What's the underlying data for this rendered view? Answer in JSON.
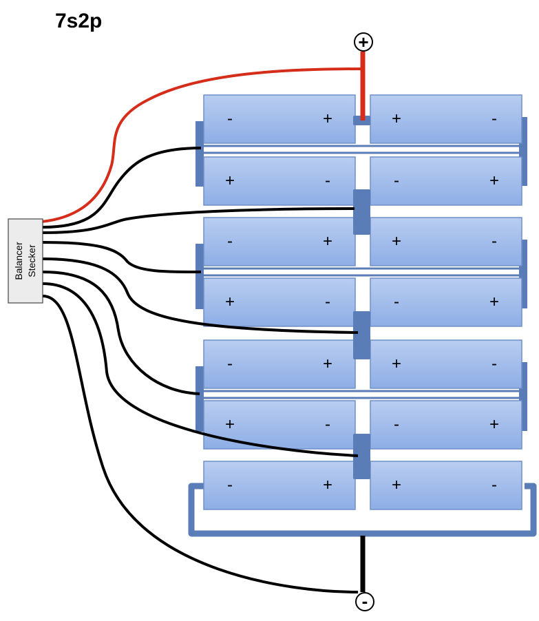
{
  "title": "7s2p",
  "balancer": {
    "line1": "Balancer",
    "line2": "Stecker"
  },
  "terminals": {
    "positive": "+",
    "negative": "-"
  },
  "colors": {
    "cell_fill_top": "#b9cdf0",
    "cell_fill_bottom": "#8eaee6",
    "cell_stroke": "#6f8fc9",
    "connector": "#5a7db8",
    "positive_wire": "#d62c1a",
    "balance_wire": "#000000"
  },
  "rows": [
    {
      "left": [
        "-",
        "+"
      ],
      "right": [
        "+",
        "-"
      ]
    },
    {
      "left": [
        "+",
        "-"
      ],
      "right": [
        "-",
        "+"
      ]
    },
    {
      "left": [
        "-",
        "+"
      ],
      "right": [
        "+",
        "-"
      ]
    },
    {
      "left": [
        "+",
        "-"
      ],
      "right": [
        "-",
        "+"
      ]
    },
    {
      "left": [
        "-",
        "+"
      ],
      "right": [
        "+",
        "-"
      ]
    },
    {
      "left": [
        "+",
        "-"
      ],
      "right": [
        "-",
        "+"
      ]
    },
    {
      "left": [
        "-",
        "+"
      ],
      "right": [
        "+",
        "-"
      ]
    }
  ]
}
